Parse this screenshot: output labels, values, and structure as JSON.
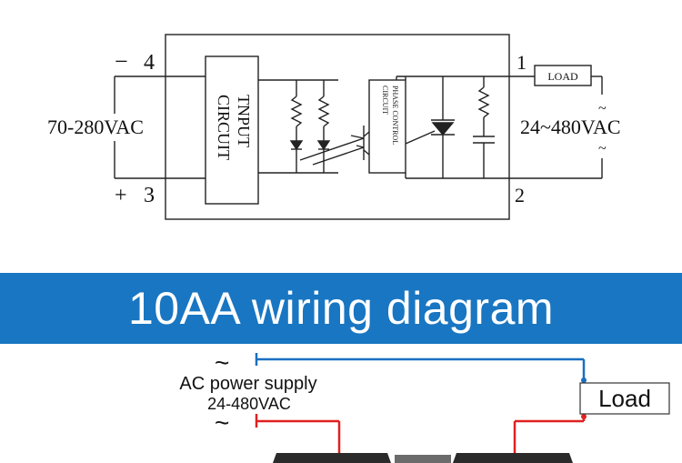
{
  "schematic": {
    "terminal_1": "1",
    "terminal_2": "2",
    "terminal_3": "3",
    "terminal_4": "4",
    "minus_sign": "−",
    "plus_sign": "+",
    "input_voltage": "70-280VAC",
    "output_voltage": "24~480VAC",
    "input_circuit_label_1": "TNPUT",
    "input_circuit_label_2": "CIRCUIT",
    "phase_control_label_1": "PHASE CONTROL",
    "phase_control_label_2": "CIRCUIT",
    "load_label": "LOAD",
    "ac_symbol": "~"
  },
  "banner": {
    "title": "10AA wiring diagram"
  },
  "wiring": {
    "ac_symbol": "~",
    "power_supply_label": "AC power supply",
    "power_supply_voltage": "24-480VAC",
    "load_label": "Load"
  },
  "colors": {
    "banner": "#1976c2",
    "wire_blue": "#1a6fc0",
    "wire_red": "#e02020",
    "schematic_line": "#222222"
  }
}
